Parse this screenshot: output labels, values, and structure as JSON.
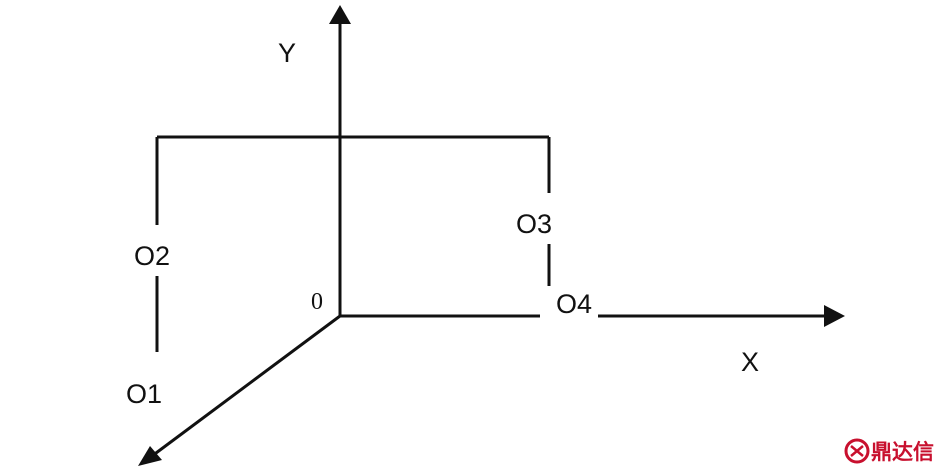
{
  "labels": {
    "y_axis": "Y",
    "x_axis": "X",
    "origin": "0",
    "o1": "O1",
    "o2": "O2",
    "o3": "O3",
    "o4": "O4"
  },
  "watermark": {
    "text": "鼎达信",
    "color": "#c8102e"
  },
  "colors": {
    "line": "#111111",
    "background": "#ffffff"
  }
}
